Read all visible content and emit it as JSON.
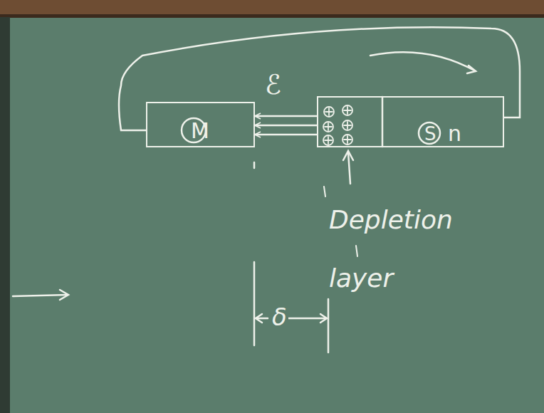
{
  "diagram": {
    "nodes": [
      {
        "text": [
          "M"
        ]
      },
      {
        "text": [
          "S",
          "n"
        ]
      }
    ],
    "edges": [
      {
        "from": 0,
        "to": 1,
        "arrow": "none"
      },
      {
        "from": 1,
        "to": 0,
        "arrow": "to"
      },
      {
        "from": 1,
        "to": 0,
        "arrow": "to"
      },
      {
        "from": 1,
        "to": 0,
        "arrow": "to"
      }
    ],
    "labels": [
      "ℰ",
      "Depletion layer",
      "δ"
    ]
  }
}
